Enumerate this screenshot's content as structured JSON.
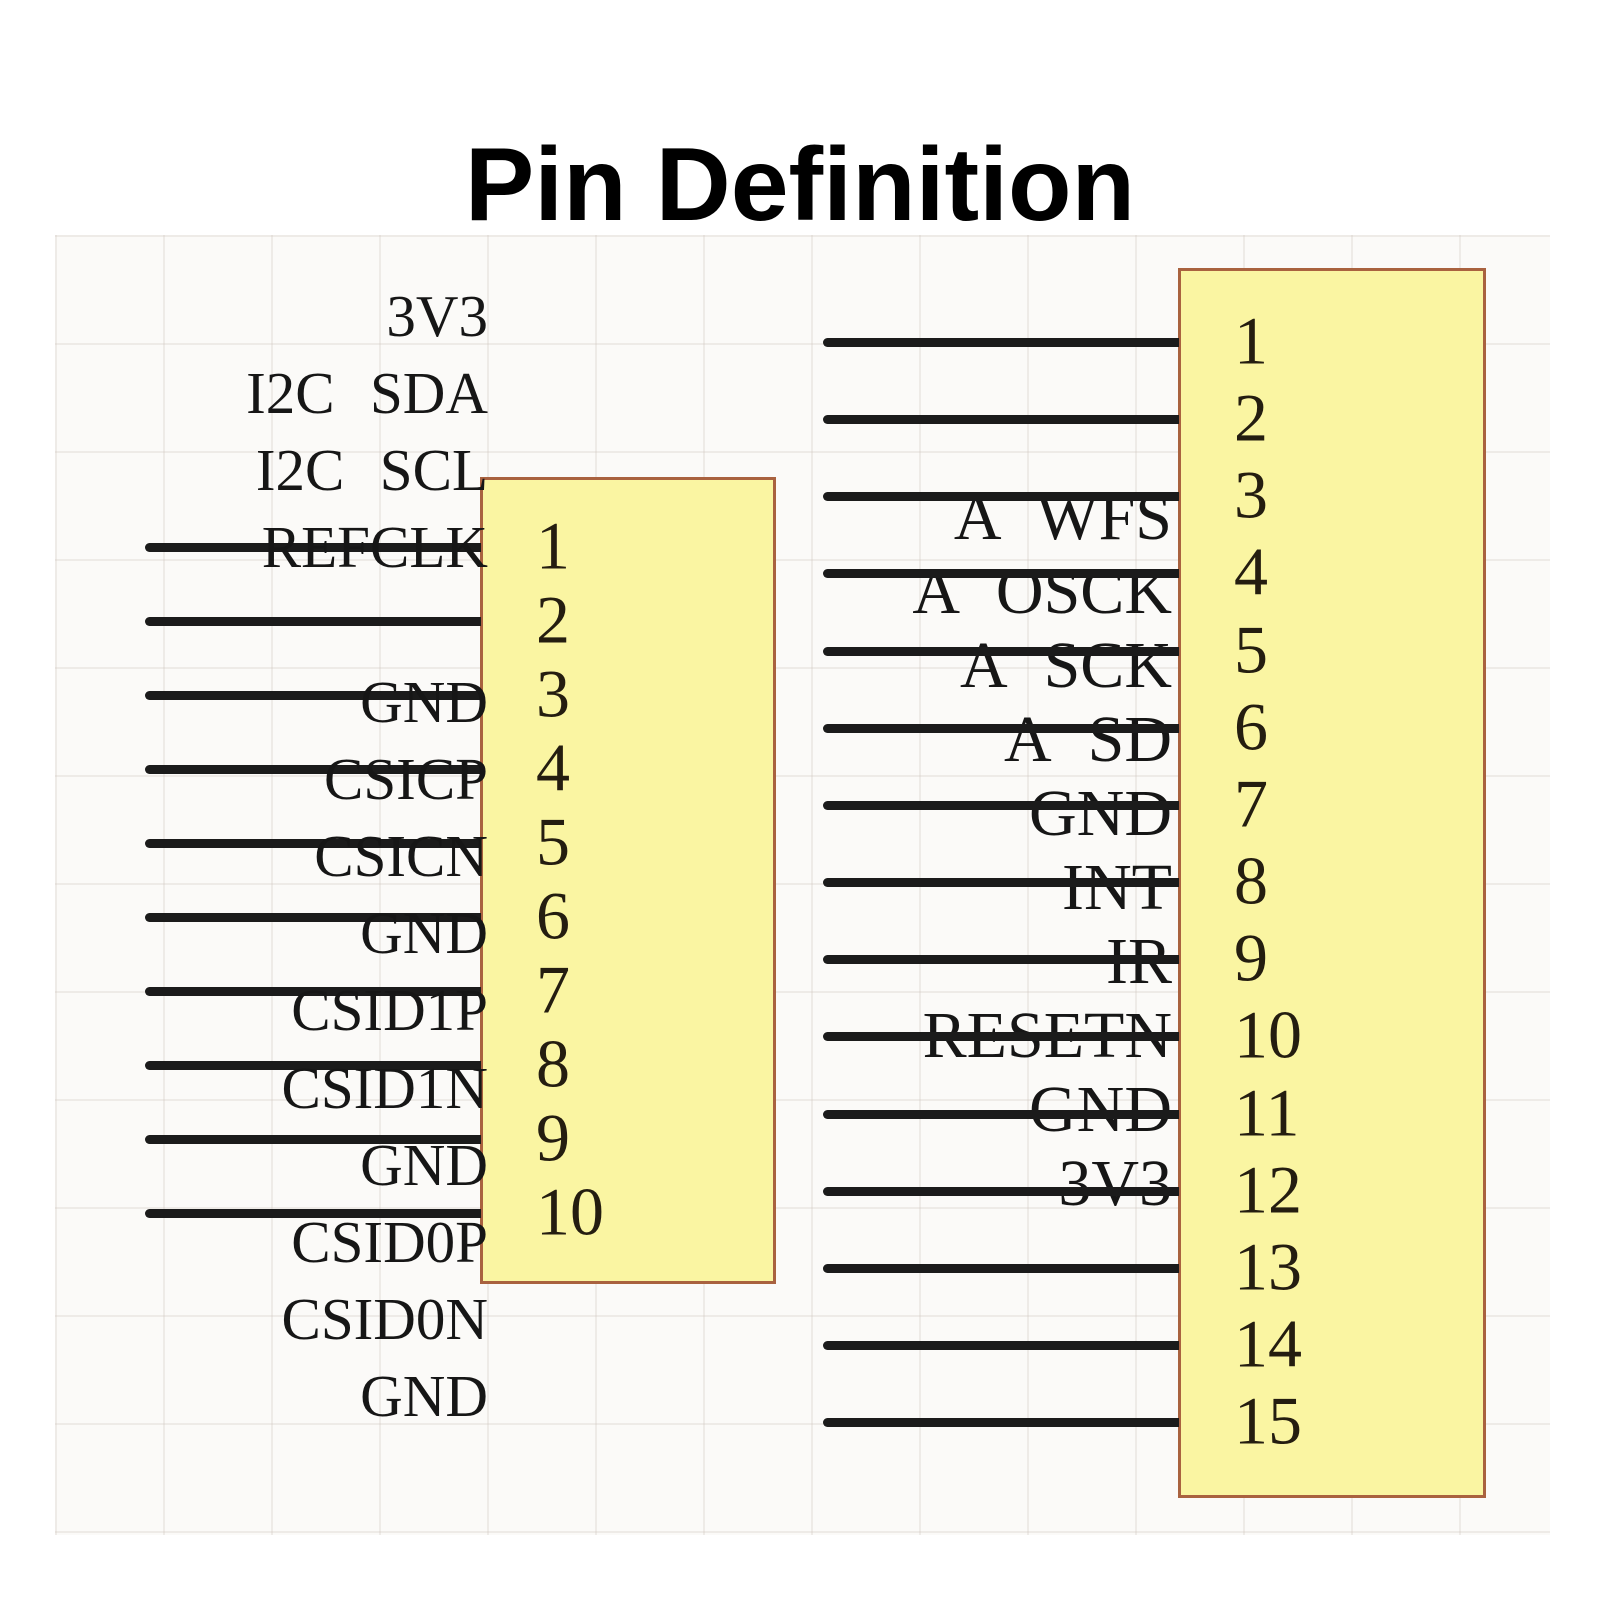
{
  "title": "Pin Definition",
  "colors": {
    "box_fill": "#faf5a2",
    "box_border": "#a9623f",
    "wire": "#1b1b1b",
    "ink": "#161616"
  },
  "connectors": [
    {
      "name": "left-connector",
      "pins": [
        {
          "num": "1",
          "label": "A WFS"
        },
        {
          "num": "2",
          "label": "A OSCK"
        },
        {
          "num": "3",
          "label": "A SCK"
        },
        {
          "num": "4",
          "label": "A SD"
        },
        {
          "num": "5",
          "label": "GND"
        },
        {
          "num": "6",
          "label": "INT"
        },
        {
          "num": "7",
          "label": "IR"
        },
        {
          "num": "8",
          "label": "RESETN"
        },
        {
          "num": "9",
          "label": "GND"
        },
        {
          "num": "10",
          "label": "3V3"
        }
      ]
    },
    {
      "name": "right-connector",
      "pins": [
        {
          "num": "1",
          "label": "3V3"
        },
        {
          "num": "2",
          "label": "I2C SDA"
        },
        {
          "num": "3",
          "label": "I2C SCL"
        },
        {
          "num": "4",
          "label": "REFCLK"
        },
        {
          "num": "5",
          "label": ""
        },
        {
          "num": "6",
          "label": "GND"
        },
        {
          "num": "7",
          "label": "CSICP"
        },
        {
          "num": "8",
          "label": "CSICN"
        },
        {
          "num": "9",
          "label": "GND"
        },
        {
          "num": "10",
          "label": "CSID1P"
        },
        {
          "num": "11",
          "label": "CSID1N"
        },
        {
          "num": "12",
          "label": "GND"
        },
        {
          "num": "13",
          "label": "CSID0P"
        },
        {
          "num": "14",
          "label": "CSID0N"
        },
        {
          "num": "15",
          "label": "GND"
        }
      ]
    }
  ]
}
